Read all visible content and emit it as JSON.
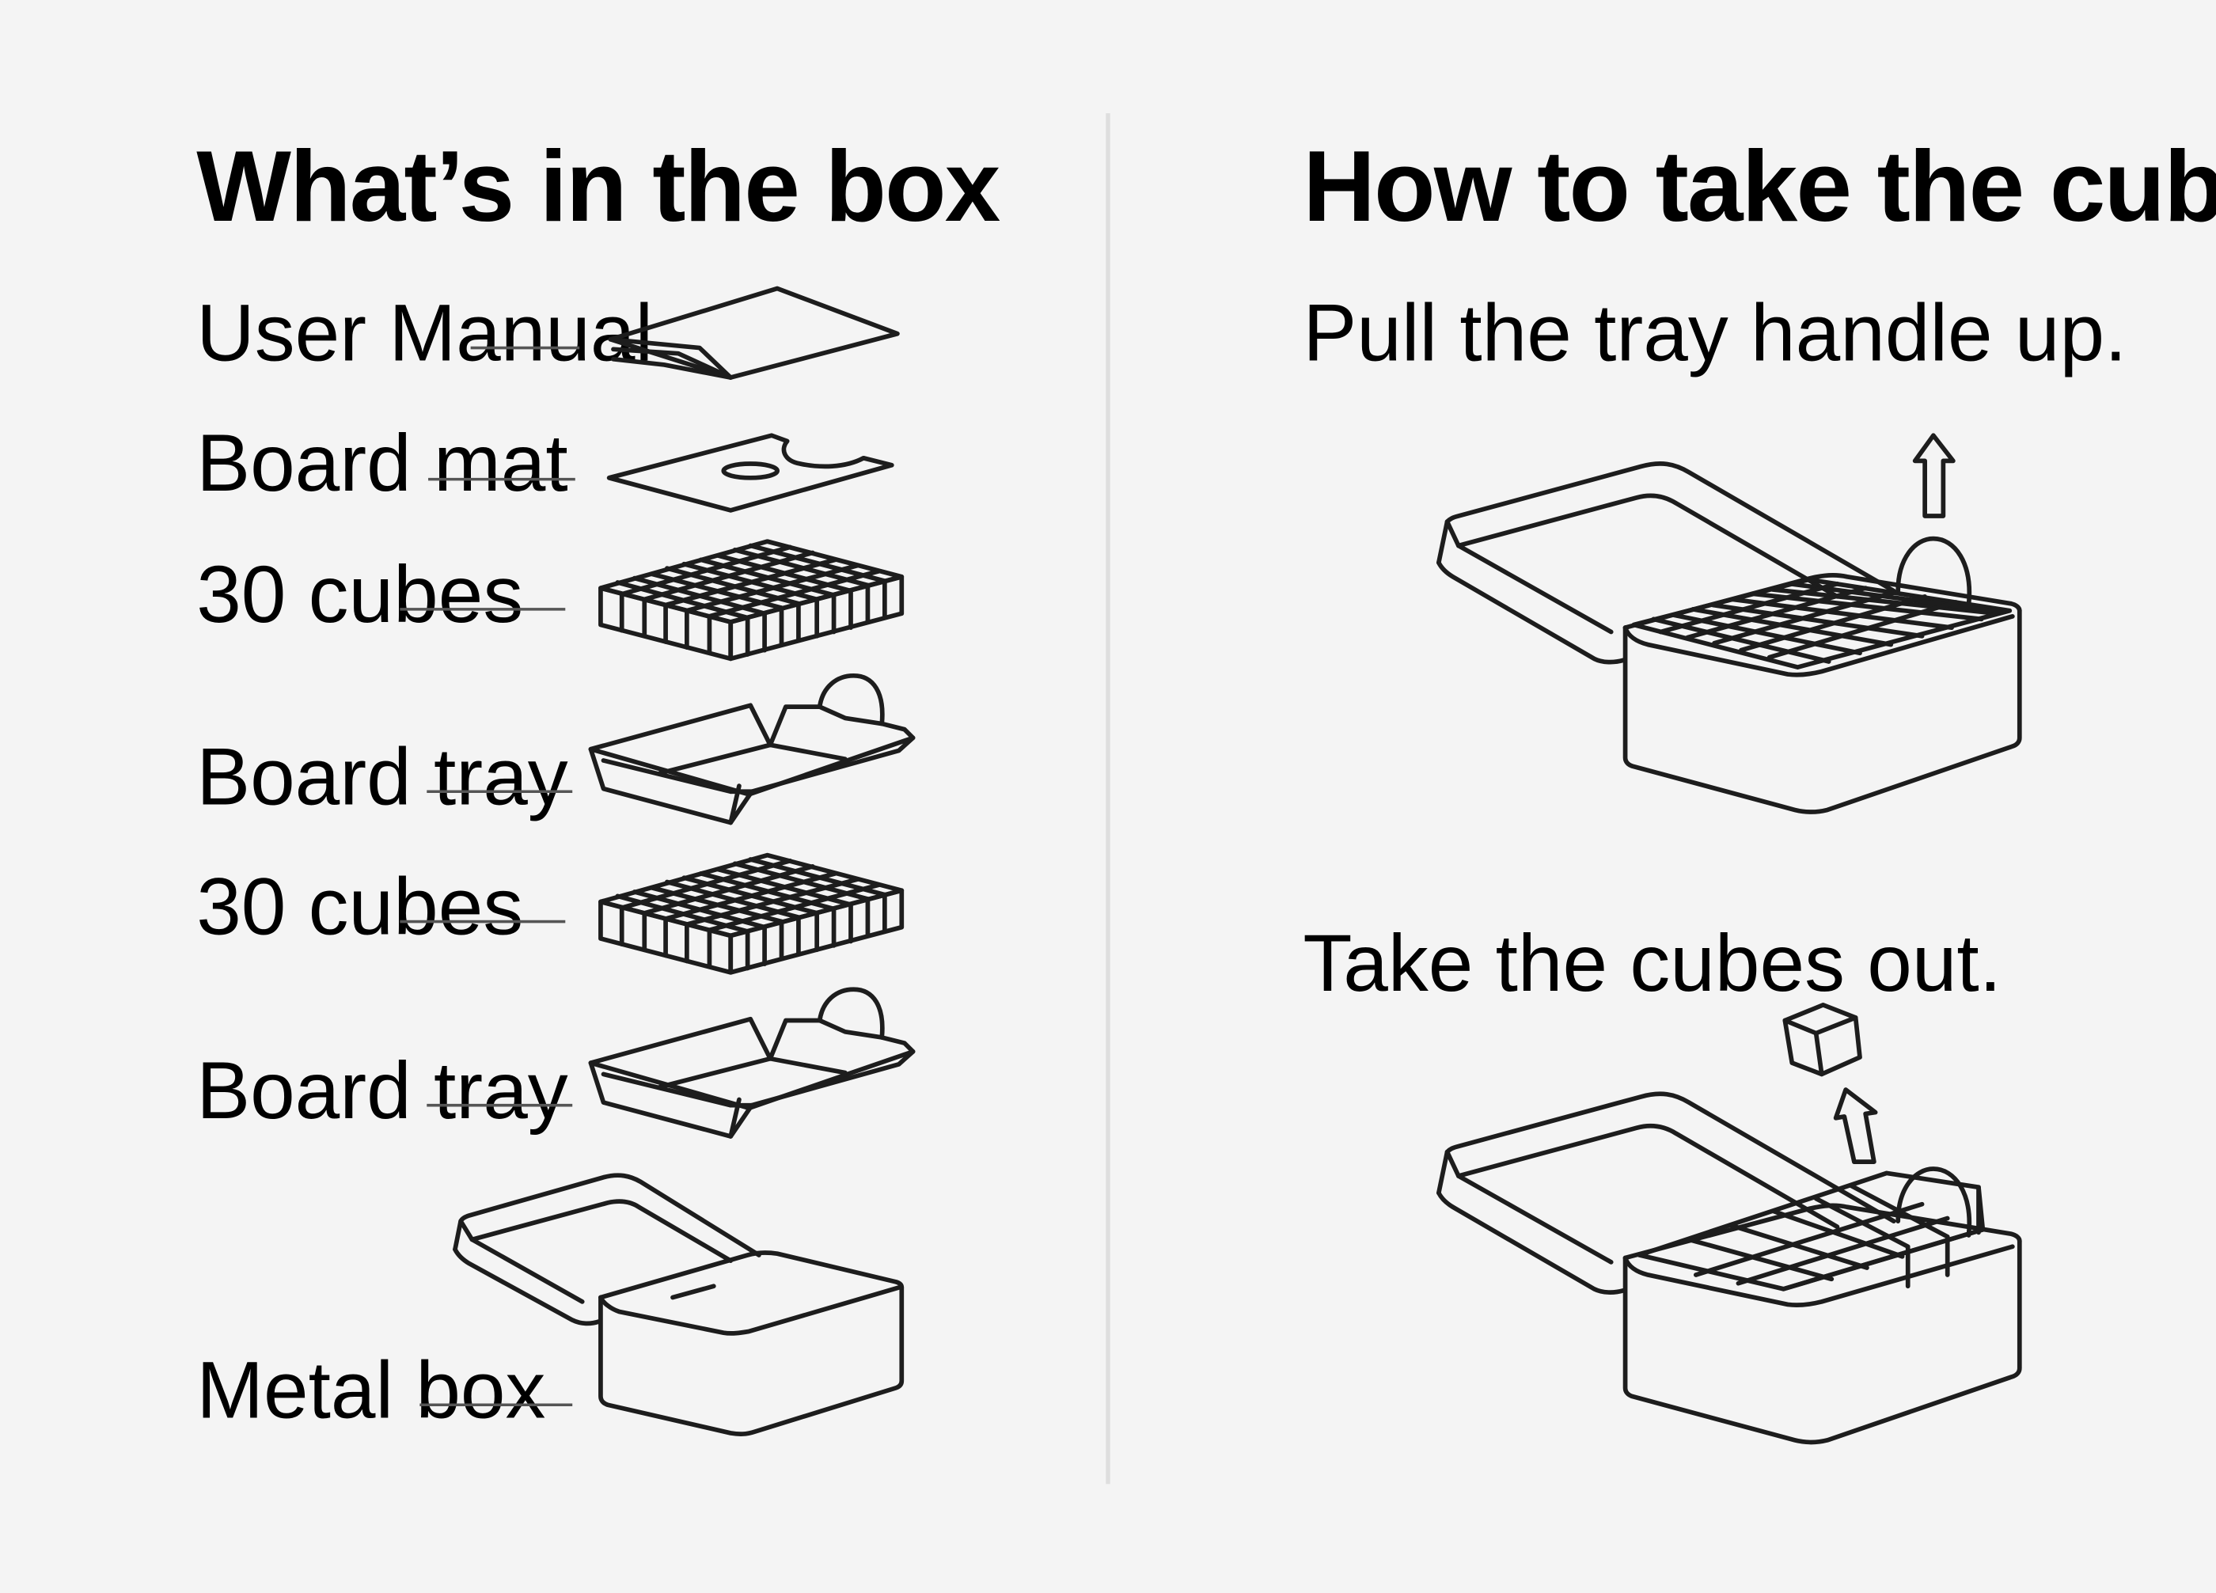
{
  "left_panel": {
    "title": "What’s in the box",
    "items": [
      {
        "label": "User Manual",
        "icon": "user-manual-icon"
      },
      {
        "label": "Board mat",
        "icon": "board-mat-icon"
      },
      {
        "label": "30 cubes",
        "icon": "cube-grid-icon"
      },
      {
        "label": "Board tray",
        "icon": "board-tray-icon"
      },
      {
        "label": "30 cubes",
        "icon": "cube-grid-icon"
      },
      {
        "label": "Board tray",
        "icon": "board-tray-icon"
      },
      {
        "label": "Metal box",
        "icon": "metal-box-icon"
      }
    ]
  },
  "right_panel": {
    "title": "How to take the cubes out",
    "steps": [
      {
        "text": "Pull the tray handle up.",
        "icon": "open-box-pull-tray-icon"
      },
      {
        "text": "Take the cubes out.",
        "icon": "open-box-remove-cube-icon"
      }
    ]
  },
  "colors": {
    "background": "#f4f4f4",
    "ink": "#1d1d1d",
    "divider": "#dedede"
  }
}
